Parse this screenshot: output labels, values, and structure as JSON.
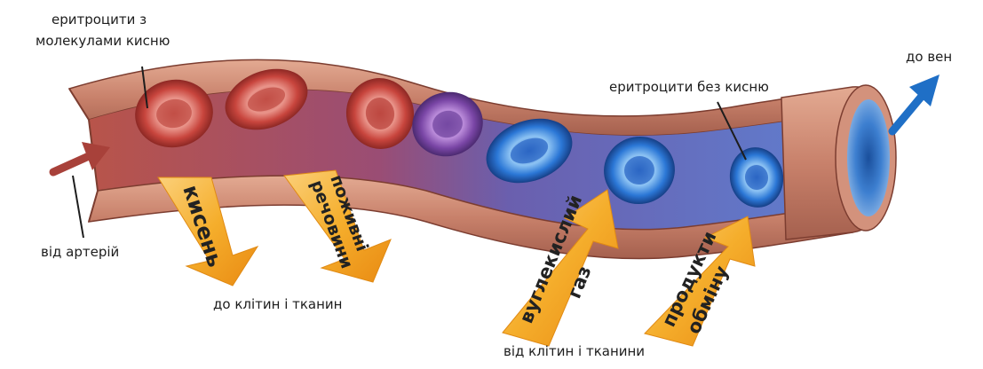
{
  "labels": {
    "rbc_with_oxygen_line1": "еритроцити з",
    "rbc_with_oxygen_line2": "молекулами кисню",
    "from_arteries": "від артерій",
    "to_veins": "до вен",
    "rbc_without_oxygen": "еритроцити без кисню",
    "to_cells_tissues": "до клітин і тканин",
    "from_cells_tissues": "від клітин і тканини"
  },
  "arrows": {
    "oxygen": "кисень",
    "nutrients_line1": "поживні",
    "nutrients_line2": "речовини",
    "co2_line1": "вуглекислий",
    "co2_line2": "газ",
    "products_line1": "продукти",
    "products_line2": "обміну"
  },
  "colors": {
    "vessel_wall": "#c9826d",
    "vessel_dark": "#8a3f33",
    "inflow_arrow": "#a8413a",
    "outflow_arrow": "#1f6fc6",
    "orange_arrow": "#f3a21c"
  }
}
